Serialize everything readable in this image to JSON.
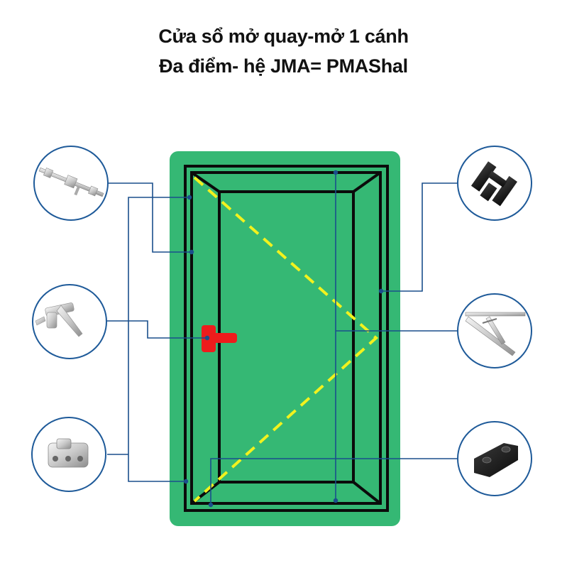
{
  "header": {
    "title_line1": "Cửa sổ mở quay-mở 1 cánh",
    "title_line2": "Đa điểm-  hệ JMA= PMAShal"
  },
  "colors": {
    "frame_background": "#35b874",
    "frame_lines": "#0b0b0b",
    "opening_indicator": "#f2f21e",
    "handle": "#ee1c1c",
    "callout_line": "#1a4f8c",
    "callout_circle": "#1e5a99"
  },
  "components": [
    {
      "side": "left",
      "icon": "espagnolette-bar-icon"
    },
    {
      "side": "left",
      "icon": "window-handle-icon"
    },
    {
      "side": "left",
      "icon": "keeper-plate-icon"
    },
    {
      "side": "right",
      "icon": "hinge-block-icon"
    },
    {
      "side": "right",
      "icon": "friction-stay-icon"
    },
    {
      "side": "right",
      "icon": "sash-support-block-icon"
    }
  ]
}
